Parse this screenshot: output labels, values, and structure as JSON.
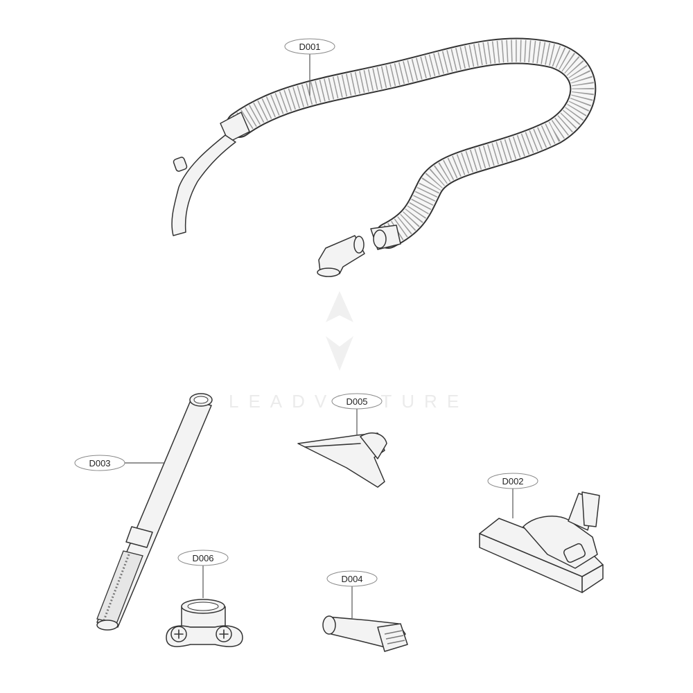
{
  "watermark": {
    "text": "LEADVENTURE"
  },
  "parts": [
    {
      "code": "D001",
      "name": "hose"
    },
    {
      "code": "D002",
      "name": "floor-nozzle"
    },
    {
      "code": "D003",
      "name": "telescopic-wand"
    },
    {
      "code": "D004",
      "name": "crevice-tool"
    },
    {
      "code": "D005",
      "name": "upholstery-tool"
    },
    {
      "code": "D006",
      "name": "tool-holder"
    }
  ]
}
